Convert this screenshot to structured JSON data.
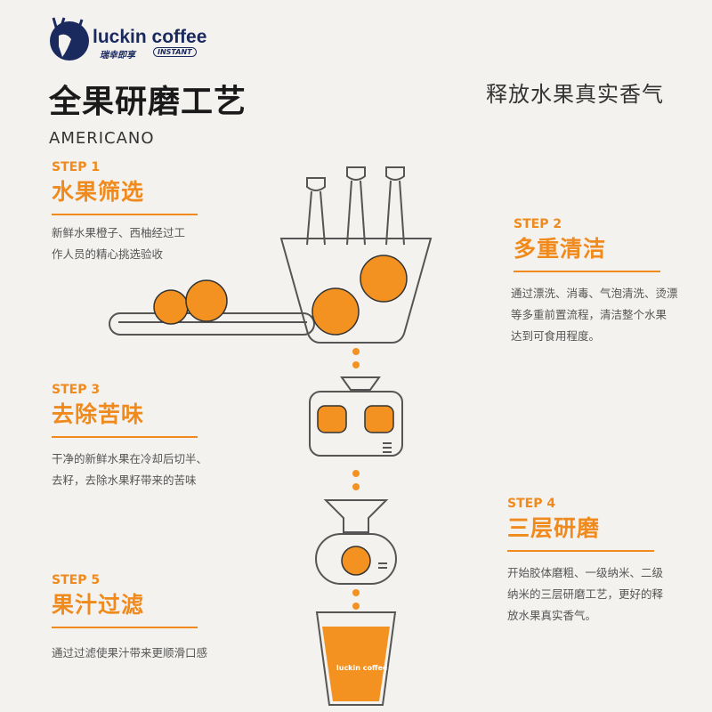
{
  "brand": {
    "name": "luckin coffee",
    "chinese": "瑞幸即享",
    "tag": "INSTANT"
  },
  "header": {
    "title": "全果研磨工艺",
    "subtitle": "AMERICANO",
    "slogan": "释放水果真实香气"
  },
  "steps": [
    {
      "label": "STEP 1",
      "title": "水果筛选",
      "desc_lines": [
        "新鲜水果橙子、西柚经过工",
        "作人员的精心挑选验收"
      ]
    },
    {
      "label": "STEP 2",
      "title": "多重清洁",
      "desc_lines": [
        "通过漂洗、消毒、气泡清洗、烫漂",
        "等多重前置流程，清洁整个水果",
        "达到可食用程度。"
      ]
    },
    {
      "label": "STEP 3",
      "title": "去除苦味",
      "desc_lines": [
        "干净的新鲜水果在冷却后切半、",
        "去籽，去除水果籽带来的苦味"
      ]
    },
    {
      "label": "STEP 4",
      "title": "三层研磨",
      "desc_lines": [
        "开始胶体磨粗、一级纳米、二级",
        "纳米的三层研磨工艺，更好的释",
        "放水果真实香气。"
      ]
    },
    {
      "label": "STEP 5",
      "title": "果汁过滤",
      "desc_lines": [
        "通过过滤使果汁带来更顺滑口感"
      ]
    }
  ],
  "cup_label": "luckin coffee",
  "colors": {
    "accent": "#f08a1c",
    "brand": "#1b2a5e",
    "background": "#f3f2ef"
  }
}
